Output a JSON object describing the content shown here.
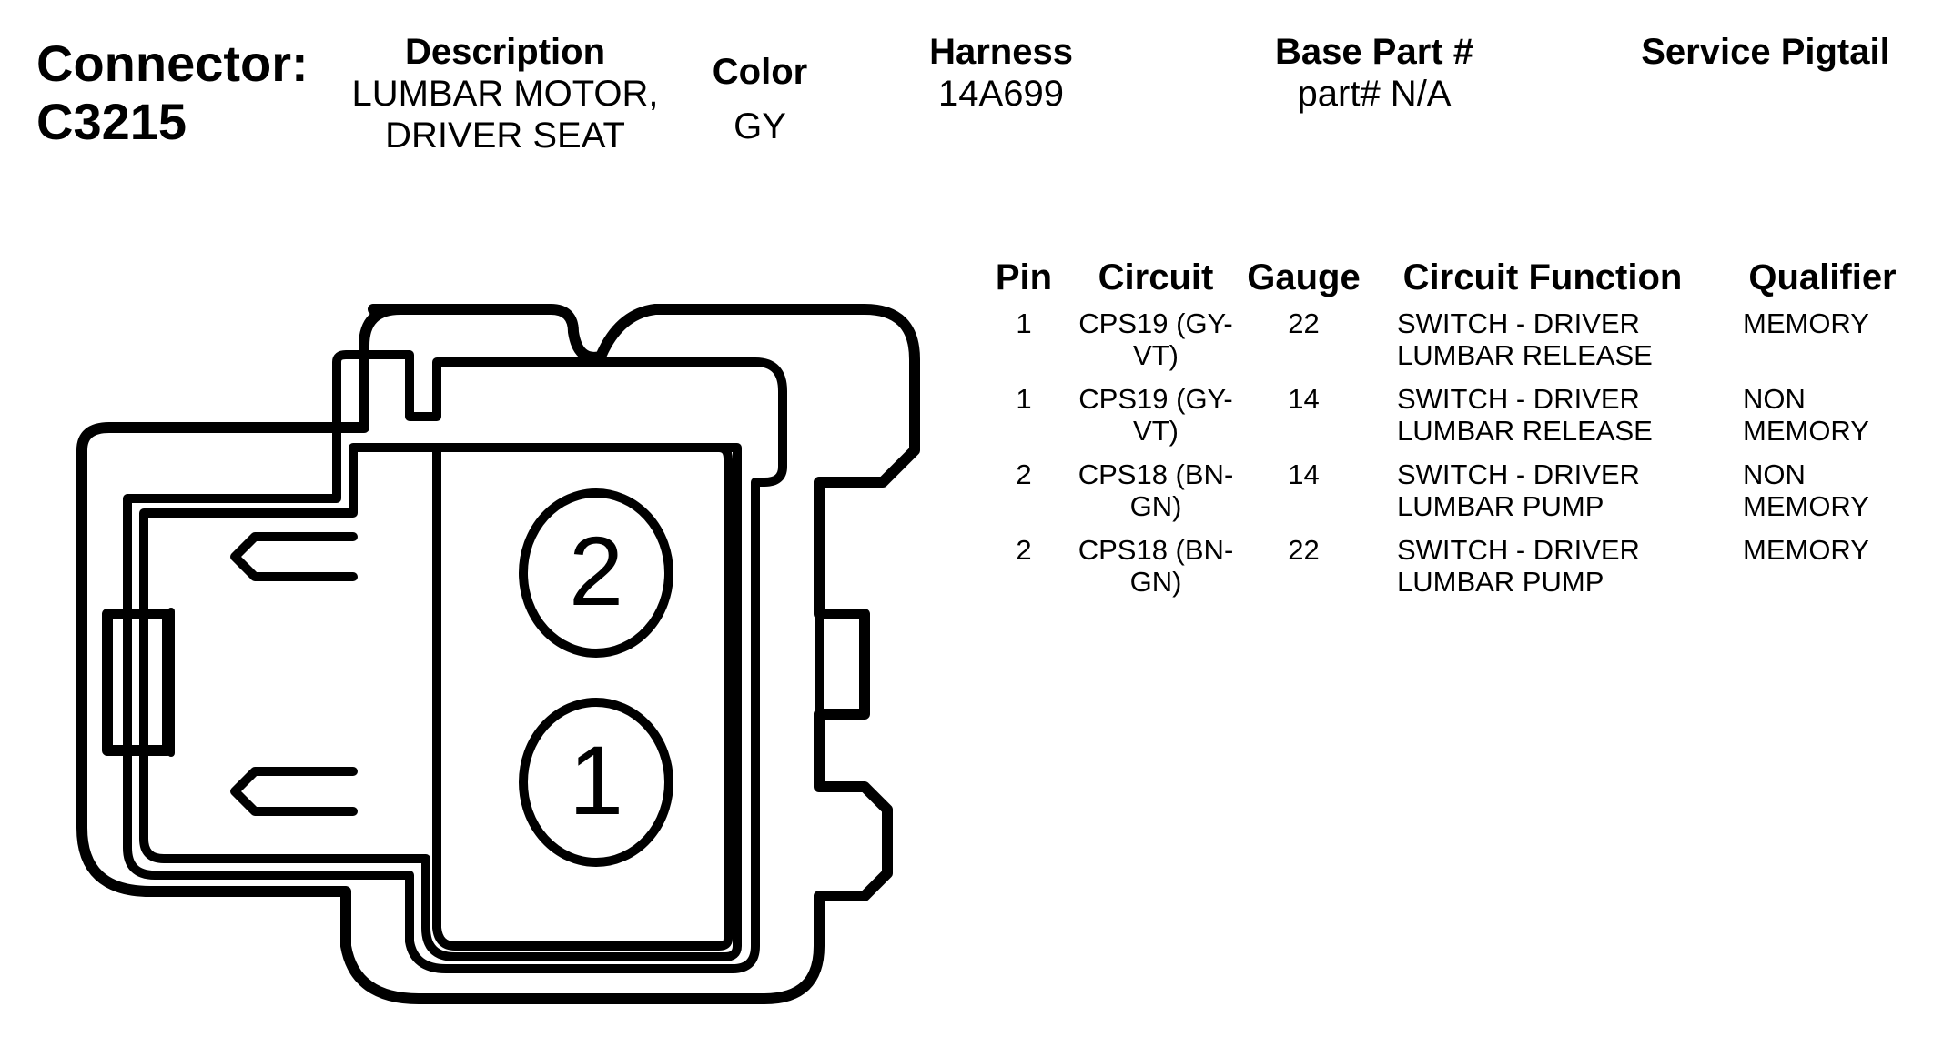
{
  "connector": {
    "label": "Connector:",
    "id": "C3215"
  },
  "header": {
    "description_label": "Description",
    "description_line1": "LUMBAR MOTOR,",
    "description_line2": "DRIVER SEAT",
    "color_label": "Color",
    "color_value": "GY",
    "harness_label": "Harness",
    "harness_value": "14A699",
    "base_part_label": "Base Part #",
    "base_part_value": "part# N/A",
    "service_pigtail_label": "Service Pigtail"
  },
  "diagram": {
    "pin_2_label": "2",
    "pin_1_label": "1"
  },
  "pin_table": {
    "headers": {
      "pin": "Pin",
      "circuit": "Circuit",
      "gauge": "Gauge",
      "function": "Circuit Function",
      "qualifier": "Qualifier"
    },
    "rows": [
      {
        "pin": "1",
        "circuit_1": "CPS19 (GY-",
        "circuit_2": "VT)",
        "gauge": "22",
        "function_1": "SWITCH - DRIVER",
        "function_2": "LUMBAR RELEASE",
        "qualifier_1": "MEMORY",
        "qualifier_2": ""
      },
      {
        "pin": "1",
        "circuit_1": "CPS19 (GY-",
        "circuit_2": "VT)",
        "gauge": "14",
        "function_1": "SWITCH - DRIVER",
        "function_2": "LUMBAR RELEASE",
        "qualifier_1": "NON",
        "qualifier_2": "MEMORY"
      },
      {
        "pin": "2",
        "circuit_1": "CPS18 (BN-",
        "circuit_2": "GN)",
        "gauge": "14",
        "function_1": "SWITCH - DRIVER",
        "function_2": "LUMBAR PUMP",
        "qualifier_1": "NON",
        "qualifier_2": "MEMORY"
      },
      {
        "pin": "2",
        "circuit_1": "CPS18 (BN-",
        "circuit_2": "GN)",
        "gauge": "22",
        "function_1": "SWITCH - DRIVER",
        "function_2": "LUMBAR PUMP",
        "qualifier_1": "MEMORY",
        "qualifier_2": ""
      }
    ]
  }
}
